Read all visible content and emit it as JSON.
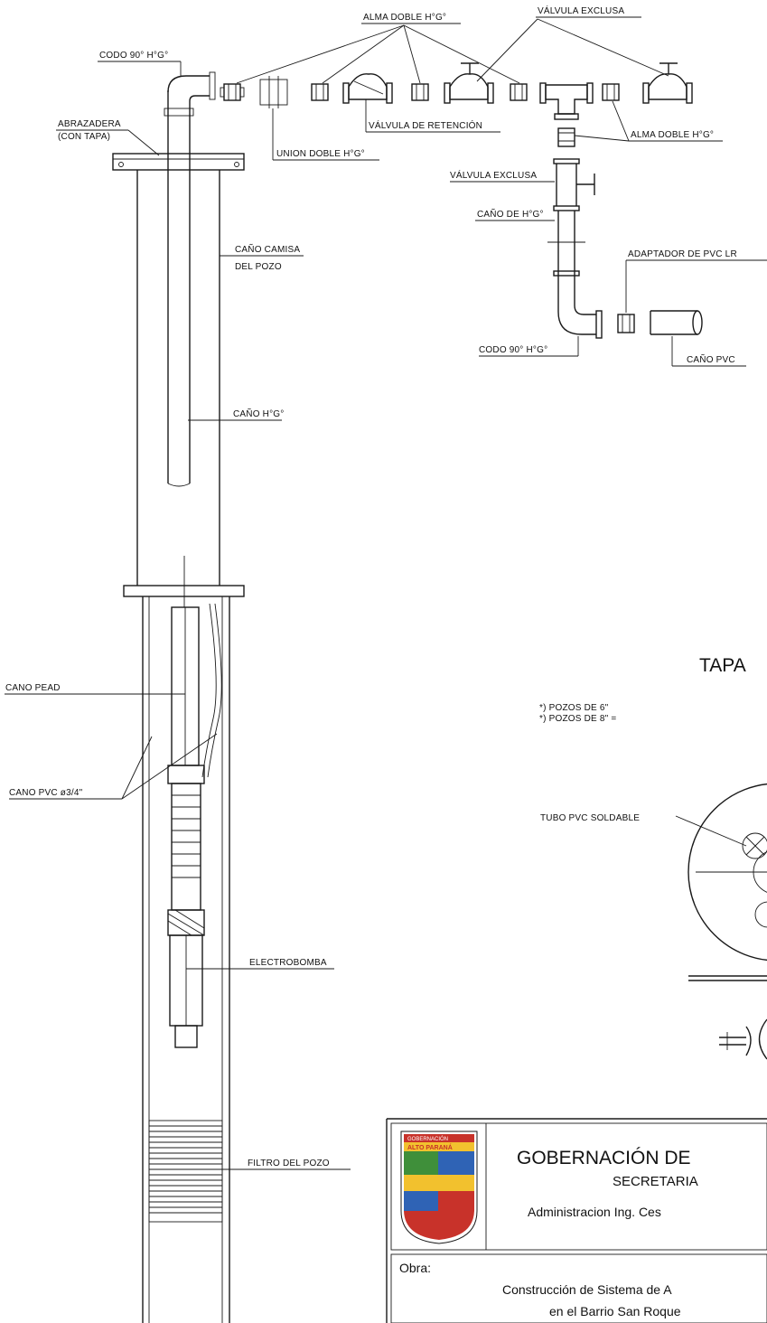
{
  "labels": {
    "alma_doble_top": "ALMA DOBLE H°G°",
    "valvula_exclusa_top": "VÁLVULA EXCLUSA",
    "codo_top": "CODO 90° H°G°",
    "abrazadera_1": "ABRAZADERA",
    "abrazadera_2": "(CON TAPA)",
    "union_doble": "UNION DOBLE H°G°",
    "valvula_retencion": "VÁLVULA DE RETENCIÓN",
    "alma_doble_right": "ALMA DOBLE H°G°",
    "valvula_exclusa_right": "VÁLVULA EXCLUSA",
    "cano_hg_right": "CAÑO DE H°G°",
    "adaptador_pvc": "ADAPTADOR DE PVC LR",
    "cano_camisa_1": "CAÑO CAMISA",
    "cano_camisa_2": "DEL POZO",
    "codo_bottom": "CODO 90° H°G°",
    "cano_pvc": "CAÑO PVC",
    "cano_hg_center": "CAÑO H°G°",
    "cano_pead": "CANO PEAD",
    "cano_pvc_small": "CANO PVC ø3/4\"",
    "electrobomba": "ELECTROBOMBA",
    "filtro_pozo": "FILTRO DEL POZO",
    "tubo_pvc_soldable": "TUBO PVC SOLDABLE"
  },
  "tapa": {
    "title": "TAPA",
    "note1": "*) POZOS DE 6\" ",
    "note2": "*) POZOS DE 8\" ="
  },
  "title_block": {
    "org": "GOBERNACIÓN DE",
    "dept": "SECRETARIA",
    "admin": "Administracion Ing. Ces",
    "obra_label": "Obra:",
    "obra_line1": "Construcción de Sistema de A",
    "obra_line2": "en el Barrio San Roque",
    "logo_text1": "GOBERNACIÓN",
    "logo_text2": "ALTO PARANÁ"
  },
  "colors": {
    "line": "#1a1a1a",
    "logo_red": "#c8322a",
    "logo_yellow": "#f2c12e",
    "logo_blue": "#2f63b5",
    "logo_green": "#3f8f3a"
  }
}
